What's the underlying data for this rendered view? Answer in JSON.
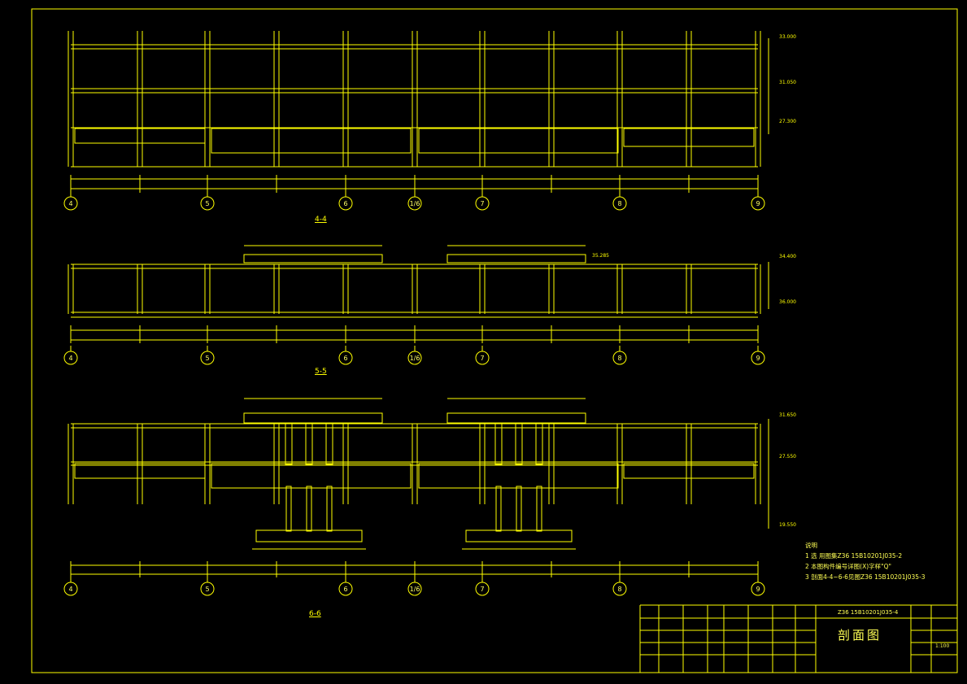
{
  "colors": {
    "background": "#000000",
    "line": "#ffff00",
    "text": "#ffff66"
  },
  "sections": [
    {
      "title": "4-4",
      "axes": [
        "4",
        "5",
        "6",
        "1/6",
        "7",
        "8",
        "9"
      ],
      "elevations": [
        "33.000",
        "31.050",
        "27.300"
      ]
    },
    {
      "title": "5-5",
      "axes": [
        "4",
        "5",
        "6",
        "1/6",
        "7",
        "8",
        "9"
      ],
      "elevations": [
        "34.400",
        "35.285",
        "36.000"
      ]
    },
    {
      "title": "6-6",
      "axes": [
        "4",
        "5",
        "6",
        "1/6",
        "7",
        "8",
        "9"
      ],
      "elevations": [
        "31.650",
        "27.550",
        "19.550"
      ]
    }
  ],
  "notes": {
    "title": "说明",
    "items": [
      "1 选 用图集Z36 15B10201J035-2",
      "2 本图构件编号详图(X)字样\"Q\"",
      "3 剖面4-4~6-6见图Z36 15B10201J035-3"
    ]
  },
  "title_block": {
    "drawing_no": "Z36 15B10201J035-4",
    "drawing_title": "剖面图",
    "scale": "1:100"
  }
}
